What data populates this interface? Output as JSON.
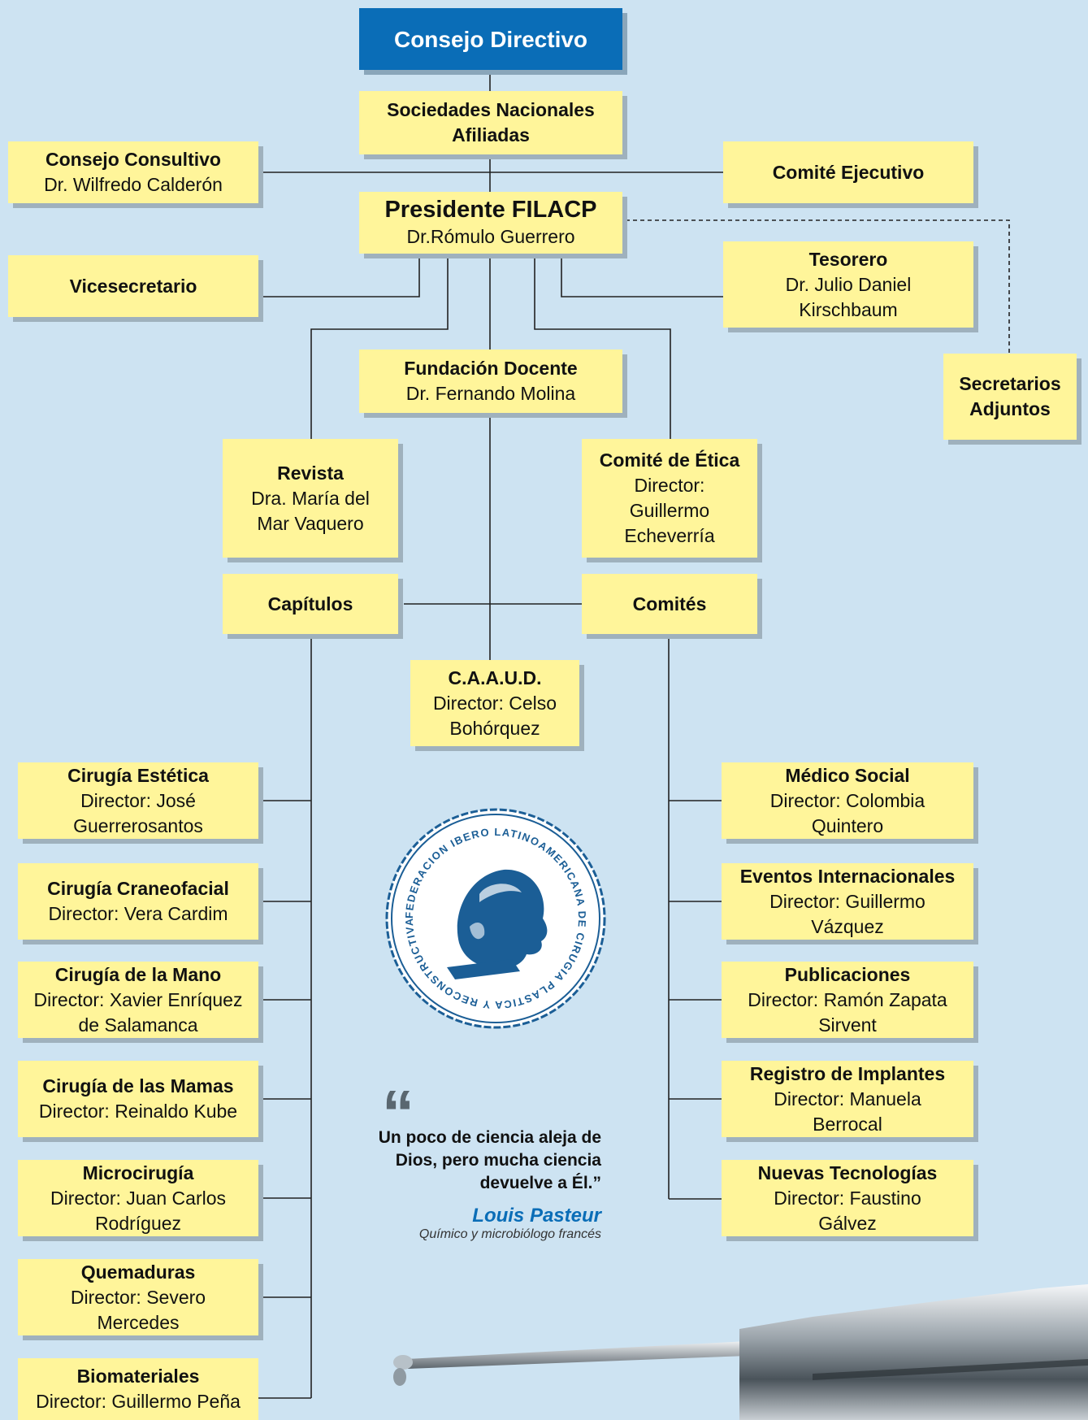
{
  "boxes": {
    "consejo_directivo": {
      "title": "Consejo Directivo"
    },
    "sociedades": {
      "title": "Sociedades Nacionales Afiliadas"
    },
    "consejo_consultivo": {
      "title": "Consejo Consultivo",
      "sub": "Dr. Wilfredo Calderón"
    },
    "comite_ejecutivo": {
      "title": "Comité Ejecutivo"
    },
    "presidente": {
      "title": "Presidente FILACP",
      "sub": "Dr.Rómulo Guerrero"
    },
    "vicesecretario": {
      "title": "Vicesecretario"
    },
    "tesorero": {
      "title": "Tesorero",
      "sub": "Dr. Julio Daniel Kirschbaum"
    },
    "secretarios": {
      "title": "Secretarios Adjuntos"
    },
    "fundacion": {
      "title": "Fundación Docente",
      "sub": "Dr. Fernando Molina"
    },
    "revista": {
      "title": "Revista",
      "sub": "Dra. María del Mar Vaquero"
    },
    "etica": {
      "title": "Comité de Ética",
      "sub": "Director: Guillermo Echeverría"
    },
    "capitulos": {
      "title": "Capítulos"
    },
    "comites": {
      "title": "Comités"
    },
    "caaud": {
      "title": "C.A.A.U.D.",
      "sub": "Director: Celso Bohórquez"
    },
    "estetica": {
      "title": "Cirugía Estética",
      "sub": "Director: José Guerrerosantos"
    },
    "craneofacial": {
      "title": "Cirugía Craneofacial",
      "sub": "Director: Vera Cardim"
    },
    "mano": {
      "title": "Cirugía de la Mano",
      "sub": "Director: Xavier Enríquez de Salamanca"
    },
    "mamas": {
      "title": "Cirugía de las Mamas",
      "sub": "Director: Reinaldo Kube"
    },
    "microcirugia": {
      "title": "Microcirugía",
      "sub": "Director: Juan Carlos Rodríguez"
    },
    "quemaduras": {
      "title": "Quemaduras",
      "sub": "Director: Severo Mercedes"
    },
    "biomateriales": {
      "title": "Biomateriales",
      "sub": "Director: Guillermo Peña"
    },
    "medico_social": {
      "title": "Médico Social",
      "sub": "Director: Colombia Quintero"
    },
    "eventos": {
      "title": "Eventos Internacionales",
      "sub": "Director: Guillermo Vázquez"
    },
    "publicaciones": {
      "title": "Publicaciones",
      "sub": "Director: Ramón Zapata Sirvent"
    },
    "registro": {
      "title": "Registro de Implantes",
      "sub": "Director: Manuela Berrocal"
    },
    "tecnologias": {
      "title": "Nuevas Tecnologías",
      "sub": "Director: Faustino Gálvez"
    }
  },
  "seal": {
    "ring_text": "FEDERACION IBERO LATINOAMERICANA DE CIRUGIA PLASTICA Y RECONSTRUCTIVA •",
    "icon": "classical-head-icon"
  },
  "quote": {
    "mark": "“",
    "text": "Un poco de ciencia aleja de Dios, pero mucha ciencia devuelve a Él.”",
    "author": "Louis Pasteur",
    "author_desc": "Químico y microbiólogo francés"
  },
  "colors": {
    "box": "#fff59a",
    "header": "#0a6db7",
    "background": "#cde3f2",
    "line": "#222222"
  },
  "decor": {
    "syringe": "syringe-icon"
  }
}
